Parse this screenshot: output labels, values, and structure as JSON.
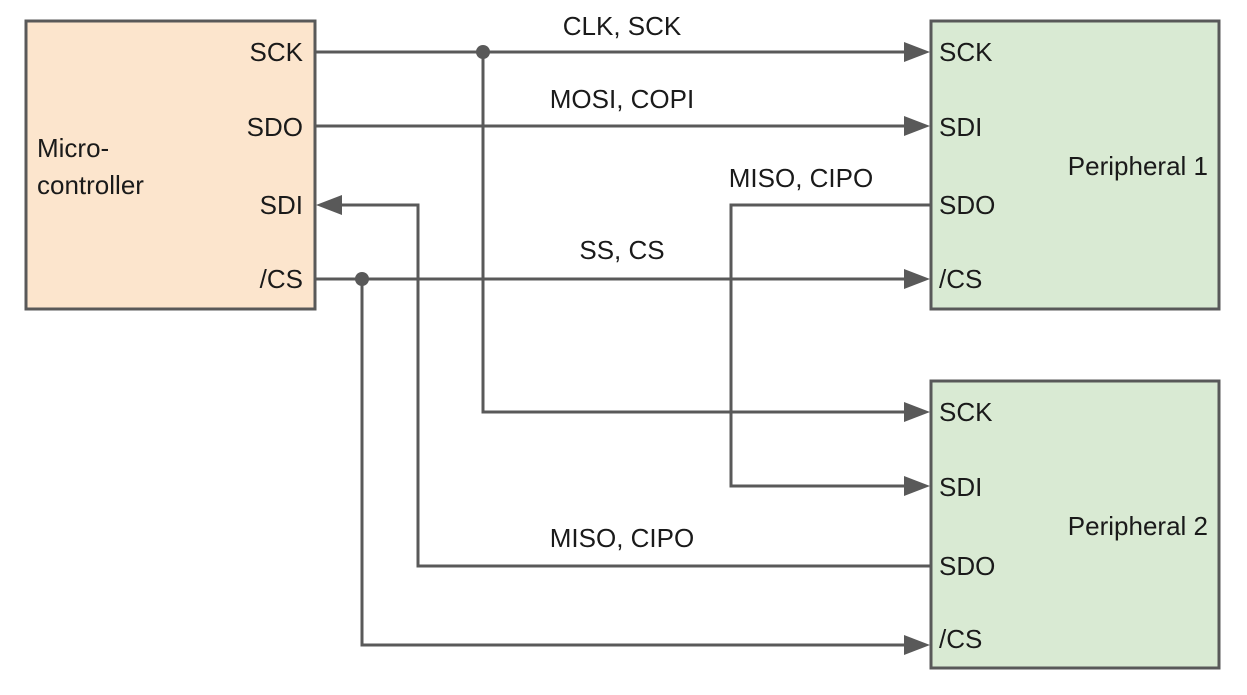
{
  "colors": {
    "controller_fill": "#fce5cd",
    "peripheral_fill": "#d9ead3",
    "line": "#595959",
    "text": "#1a1a1a"
  },
  "controller": {
    "name_line1": "Micro-",
    "name_line2": "controller",
    "pins": [
      "SCK",
      "SDO",
      "SDI",
      "/CS"
    ]
  },
  "peripheral1": {
    "name": "Peripheral 1",
    "pins": [
      "SCK",
      "SDI",
      "SDO",
      "/CS"
    ]
  },
  "peripheral2": {
    "name": "Peripheral 2",
    "pins": [
      "SCK",
      "SDI",
      "SDO",
      "/CS"
    ]
  },
  "signals": {
    "clk": "CLK, SCK",
    "mosi": "MOSI, COPI",
    "miso_p1": "MISO, CIPO",
    "ss": "SS, CS",
    "miso_p2": "MISO, CIPO"
  }
}
